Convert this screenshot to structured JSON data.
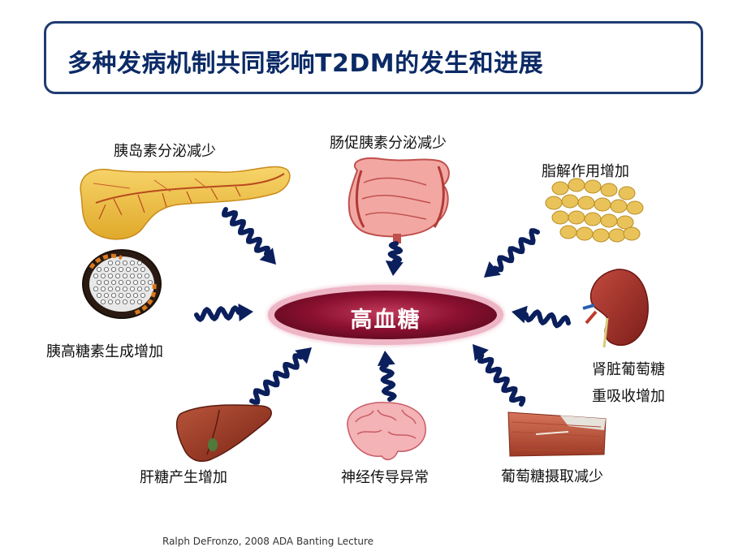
{
  "title": "多种发病机制共同影响T2DM的发生和进展",
  "center": {
    "label": "高血糖"
  },
  "factors": {
    "pancreas_insulin": "胰岛素分泌减少",
    "gut_incretin": "肠促胰素分泌减少",
    "lipolysis": "脂解作用增加",
    "glucagon": "胰高糖素生成增加",
    "kidney_line1": "肾脏葡萄糖",
    "kidney_line2": "重吸收增加",
    "liver": "肝糖产生增加",
    "brain": "神经传导异常",
    "muscle": "葡萄糖摄取减少"
  },
  "citation": "Ralph DeFronzo, 2008 ADA Banting Lecture",
  "colors": {
    "title_text": "#0b2a66",
    "title_border": "#1f3b73",
    "arrow": "#0a1f5c",
    "center_fill": "#8c1030"
  }
}
